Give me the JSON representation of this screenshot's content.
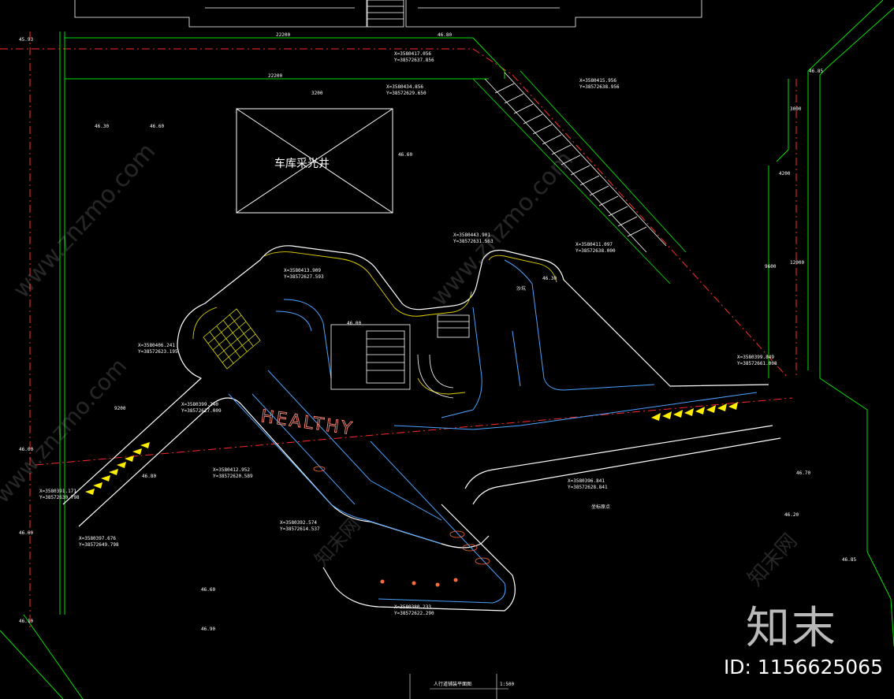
{
  "drawing": {
    "title": "人行道铺装平面图",
    "scale": "1:500",
    "skylight_label": "车库采光井",
    "sandpit_label": "沙坑",
    "coord_point_label": "坐标原点",
    "healthy_text": "HEALTHY"
  },
  "dimensions": {
    "d1": "22200",
    "d2": "22200",
    "d3": "46.80",
    "d4": "3200",
    "d5": "3000",
    "d6": "4200",
    "d7": "12000",
    "d8": "9600",
    "d9": "9200",
    "d10": "46.80"
  },
  "elevations": {
    "e1": "45.93",
    "e2": "46.30",
    "e3": "46.60",
    "e4": "46.60",
    "e5": "46.85",
    "e6": "46.00",
    "e7": "46.60",
    "e8": "46.70",
    "e9": "46.20",
    "e10": "46.60",
    "e11": "46.90",
    "e12": "46.85",
    "e13": "46.10",
    "e14": "46.30",
    "e15": "46.00"
  },
  "coords": {
    "c1": "X=3580417.056",
    "c1b": "Y=38572637.856",
    "c2": "X=3580434.856",
    "c2b": "Y=38572629.650",
    "c3": "X=3580415.956",
    "c3b": "Y=38572638.956",
    "c4": "X=3580411.097",
    "c4b": "Y=38572638.000",
    "c5": "X=3580413.909",
    "c5b": "Y=38572627.593",
    "c6": "X=3580443.901",
    "c6b": "Y=38572631.563",
    "c7": "X=3580406.241",
    "c7b": "Y=38572623.195",
    "c8": "X=3580399.240",
    "c8b": "Y=38572627.009",
    "c9": "X=3580391.171",
    "c9b": "Y=38572630.798",
    "c10": "X=3580397.676",
    "c10b": "Y=38572649.798",
    "c11": "X=3580412.952",
    "c11b": "Y=38572620.589",
    "c12": "X=3580380.233",
    "c12b": "Y=38572622.290",
    "c13": "X=3580392.574",
    "c13b": "Y=38572614.537",
    "c14": "X=3580396.841",
    "c14b": "Y=38572628.841",
    "c15": "X=3580399.849",
    "c15b": "Y=38572661.008"
  },
  "watermark": {
    "site": "www.znzmo.com",
    "cn": "知末网",
    "brand": "知末",
    "id": "ID: 1156625065"
  },
  "colors": {
    "background": "#000000",
    "outline_green": "#00e000",
    "path_white": "#ffffff",
    "path_blue": "#4aa3ff",
    "cyan": "#00c8ff",
    "dash_red": "#ff2a2a",
    "arrow_yellow": "#ffee00",
    "grid_yellow": "#dddd00"
  }
}
